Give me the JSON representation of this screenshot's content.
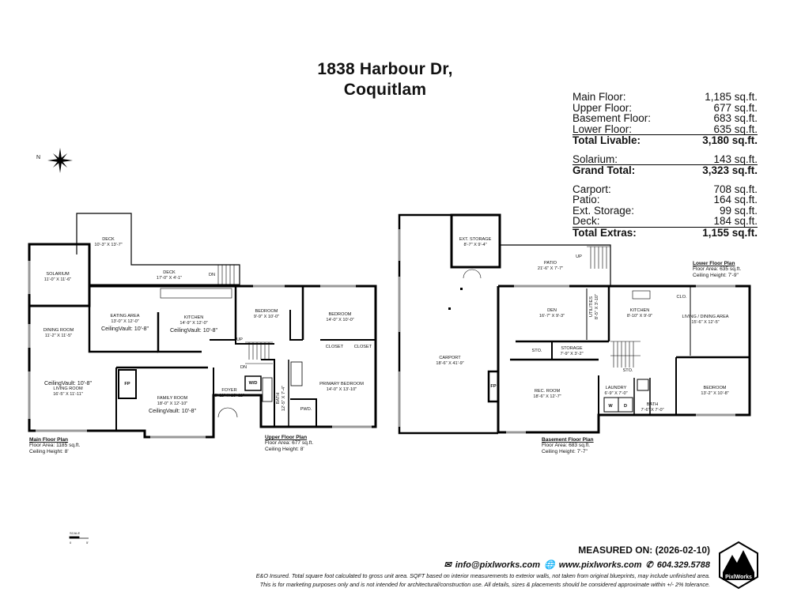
{
  "header": {
    "title_line1": "1838 Harbour Dr,",
    "title_line2": "Coquitlam"
  },
  "areas": {
    "livable": [
      {
        "label": "Main Floor:",
        "value": "1,185 sq.ft."
      },
      {
        "label": "Upper Floor:",
        "value": "677 sq.ft."
      },
      {
        "label": "Basement Floor:",
        "value": "683 sq.ft."
      },
      {
        "label": "Lower Floor:",
        "value": "635 sq.ft."
      }
    ],
    "total_livable": {
      "label": "Total Livable:",
      "value": "3,180 sq.ft."
    },
    "solarium": {
      "label": "Solarium:",
      "value": "143 sq.ft."
    },
    "grand_total": {
      "label": "Grand Total:",
      "value": "3,323 sq.ft."
    },
    "extras": [
      {
        "label": "Carport:",
        "value": "708 sq.ft."
      },
      {
        "label": "Patio:",
        "value": "164 sq.ft."
      },
      {
        "label": "Ext. Storage:",
        "value": "99 sq.ft."
      },
      {
        "label": "Deck:",
        "value": "184 sq.ft."
      }
    ],
    "total_extras": {
      "label": "Total Extras:",
      "value": "1,155 sq.ft."
    }
  },
  "compass": {
    "label": "N",
    "icon": "compass-rose-icon"
  },
  "plans": {
    "main": {
      "title": "Main Floor Plan",
      "area": "Floor Area: 1185 sq.ft.",
      "height": "Ceiling Height: 8'"
    },
    "upper": {
      "title": "Upper Floor Plan",
      "area": "Floor Area: 677 sq.ft.",
      "height": "Ceiling Height: 8'"
    },
    "basement": {
      "title": "Basement Floor Plan",
      "area": "Floor Area: 683 sq.ft.",
      "height": "Ceiling Height: 7'-7\""
    },
    "lower": {
      "title": "Lower Floor Plan",
      "area": "Floor Area: 635 sq.ft.",
      "height": "Ceiling Height: 7'-9\""
    }
  },
  "rooms": {
    "deck1": {
      "name": "Deck",
      "dims": "10'-3\" x 13'-7\""
    },
    "deck2": {
      "name": "Deck",
      "dims": "17'-0\" x 4'-1\""
    },
    "solarium": {
      "name": "Solarium",
      "dims": "11'-0\" x 11'-6\""
    },
    "eating": {
      "name": "Eating Area",
      "dims": "13'-0\" x 12'-0\"",
      "vault": "CeilingVault: 10'-8\""
    },
    "kitchen": {
      "name": "Kitchen",
      "dims": "14'-9\" x 12'-0\"",
      "vault": "CeilingVault: 10'-8\""
    },
    "bedroom1": {
      "name": "Bedroom",
      "dims": "9'-9\" x 10'-0\""
    },
    "bedroom2": {
      "name": "Bedroom",
      "dims": "14'-0\" x 10'-0\""
    },
    "dining": {
      "name": "Dining Room",
      "dims": "11'-2\" x 11'-5\""
    },
    "living": {
      "name": "Living Room",
      "dims": "16'-5\" x 11'-11\"",
      "vault": "CeilingVault: 10'-8\""
    },
    "family": {
      "name": "Family Room",
      "dims": "18'-0\" x 12'-10\"",
      "vault": "CeilingVault: 10'-8\""
    },
    "foyer": {
      "name": "Foyer",
      "dims": "6'-11\" x 13'-11\""
    },
    "primary": {
      "name": "Primary Bedroom",
      "dims": "14'-0\" x 13'-10\""
    },
    "bath_upper": {
      "name": "Bath",
      "dims": "12'-5\" x 7'-4\""
    },
    "pwd": {
      "name": "PWD."
    },
    "wd": {
      "name": "W/D"
    },
    "fp_main": {
      "name": "FP"
    },
    "closet": "Closet",
    "up": "UP",
    "dn": "DN",
    "ext_storage": {
      "name": "Ext. Storage",
      "dims": "8'-7\" x 9'-4\""
    },
    "patio": {
      "name": "Patio",
      "dims": "21'-6\" x 7'-7\""
    },
    "carport": {
      "name": "Carport",
      "dims": "18'-6\" x 41'-9\""
    },
    "den": {
      "name": "Den",
      "dims": "16'-7\" x 9'-3\""
    },
    "utilities": {
      "name": "Utilities",
      "dims": "8'-5\" x 3'-10\""
    },
    "kitchen_lower": {
      "name": "Kitchen",
      "dims": "8'-10\" x 9'-9\""
    },
    "living_dining": {
      "name": "Living / Dining Area",
      "dims": "15'-6\" x 12'-5\""
    },
    "sto": {
      "name": "STO."
    },
    "storage": {
      "name": "Storage",
      "dims": "7'-9\" x 3'-2\""
    },
    "rec": {
      "name": "Rec. Room",
      "dims": "18'-6\" x 12'-7\""
    },
    "laundry": {
      "name": "Laundry",
      "dims": "6'-9\" x 7'-0\""
    },
    "bath_lower": {
      "name": "Bath",
      "dims": "7'-6\" x 7'-0\""
    },
    "bedroom_lower": {
      "name": "Bedroom",
      "dims": "13'-2\" x 10'-8\""
    },
    "clo": {
      "name": "CLO."
    },
    "w": "W",
    "d": "D"
  },
  "scale": {
    "label": "SCALE",
    "start": "0",
    "end": "5'"
  },
  "footer": {
    "measured": "MEASURED ON: (2026-02-10)",
    "email": "info@pixlworks.com",
    "website": "www.pixlworks.com",
    "phone": "604.329.5788",
    "disclaimer1": "E&O Insured.  Total square foot calculated to gross unit area. SQFT based on interior measurements to exterior walls, not taken from original blueprints, may include unfinished area.",
    "disclaimer2": "This is for marketing purposes only and is not intended for architectural/construction use.  All details, sizes & placements should be considered approximate within +/- 2%  tolerance.",
    "logo_text": "PixlWorks"
  }
}
